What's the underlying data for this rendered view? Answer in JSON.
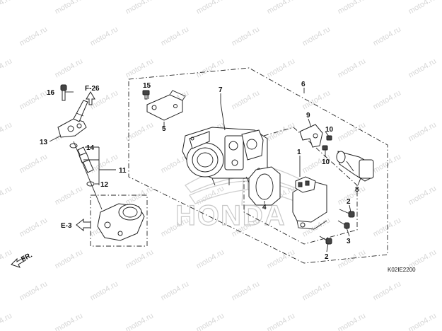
{
  "colors": {
    "line": "#222222",
    "watermark": "#d7d7d7",
    "background": "#ffffff"
  },
  "watermark": {
    "text": "moto4.ru"
  },
  "brand_mark": {
    "text": "HONDA"
  },
  "diagram_code": "K02IE2200",
  "direction_marker": {
    "text": "FR."
  },
  "references": {
    "f26": "F-26",
    "e3": "E-3"
  },
  "parts": {
    "p1": "1",
    "p2a": "2",
    "p2b": "2",
    "p3": "3",
    "p4": "4",
    "p5": "5",
    "p6": "6",
    "p7": "7",
    "p8": "8",
    "p9": "9",
    "p10a": "10",
    "p10b": "10",
    "p11": "11",
    "p12": "12",
    "p13": "13",
    "p14": "14",
    "p15": "15",
    "p16": "16"
  }
}
